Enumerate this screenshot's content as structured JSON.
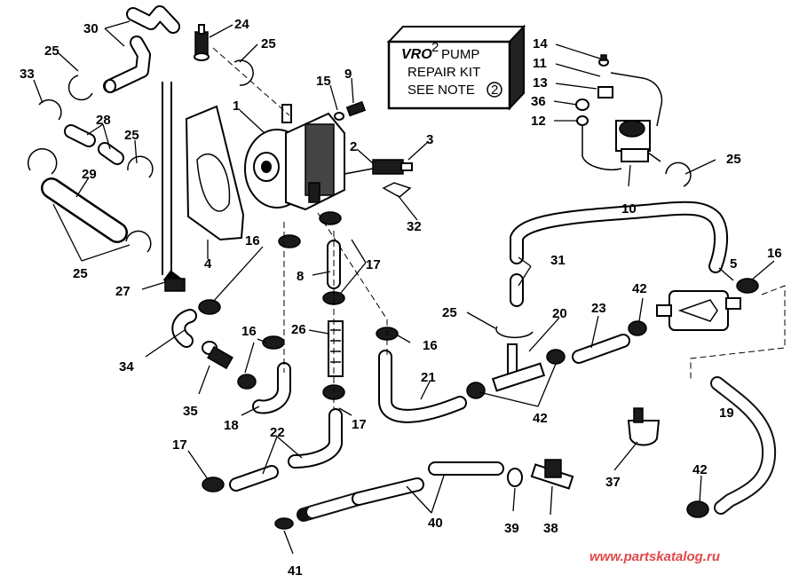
{
  "note": {
    "brand": "VRO",
    "pump": "PUMP",
    "line2": "REPAIR KIT",
    "line3": "SEE NOTE",
    "note_number": "2"
  },
  "callouts": {
    "c1": "1",
    "c2": "2",
    "c3": "3",
    "c4": "4",
    "c5": "5",
    "c8": "8",
    "c9": "9",
    "c10": "10",
    "c11": "11",
    "c12": "12",
    "c13": "13",
    "c14": "14",
    "c15": "15",
    "c16a": "16",
    "c16b": "16",
    "c16c": "16",
    "c16d": "16",
    "c17a": "17",
    "c17b": "17",
    "c17c": "17",
    "c18": "18",
    "c19": "19",
    "c20": "20",
    "c21": "21",
    "c22": "22",
    "c23": "23",
    "c24": "24",
    "c25a": "25",
    "c25b": "25",
    "c25c": "25",
    "c25d": "25",
    "c25e": "25",
    "c26": "26",
    "c27": "27",
    "c28": "28",
    "c29": "29",
    "c30": "30",
    "c31": "31",
    "c32": "32",
    "c33": "33",
    "c34": "34",
    "c35": "35",
    "c36": "36",
    "c37": "37",
    "c38": "38",
    "c39": "39",
    "c40": "40",
    "c41": "41",
    "c42a": "42",
    "c42b": "42",
    "c42c": "42"
  },
  "watermark": "www.partskatalog.ru"
}
